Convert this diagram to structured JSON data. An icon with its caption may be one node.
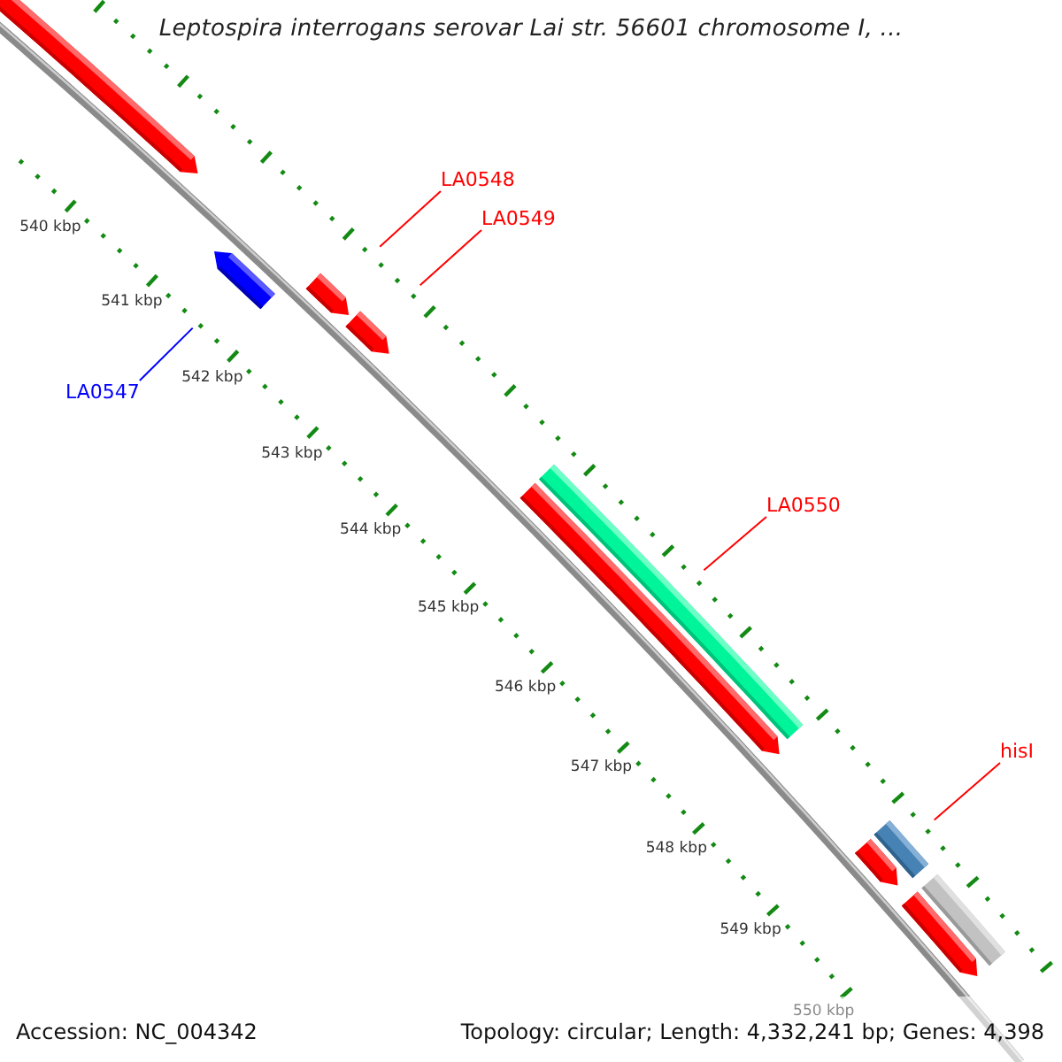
{
  "diagram": {
    "title": "Leptospira interrogans serovar Lai str. 56601 chromosome I, ...",
    "nodes": [
      {
        "text": [
          "LA0548"
        ]
      },
      {
        "text": [
          "LA0549"
        ]
      },
      {
        "text": [
          "LA0547"
        ]
      },
      {
        "text": [
          "LA0550"
        ]
      },
      {
        "text": [
          "hisI"
        ]
      },
      {
        "text": [],
        "shape": "arrow"
      },
      {
        "text": [],
        "shape": "arrow"
      },
      {
        "text": [],
        "shape": "arrow"
      },
      {
        "text": [],
        "shape": "arrow"
      },
      {
        "text": [],
        "shape": "bar"
      },
      {
        "text": [],
        "shape": "arrow"
      },
      {
        "text": [],
        "shape": "bar"
      },
      {
        "text": [],
        "shape": "arrow"
      },
      {
        "text": [],
        "shape": "bar"
      },
      {
        "text": [],
        "shape": "arrow"
      }
    ],
    "edges": [
      {
        "from": 0,
        "to": 7,
        "arrow": "none"
      },
      {
        "from": 1,
        "to": 8,
        "arrow": "none"
      },
      {
        "from": 2,
        "to": 6,
        "arrow": "none",
        "color": "#0000ff"
      },
      {
        "from": 3,
        "to": 9,
        "arrow": "none"
      },
      {
        "from": 4,
        "to": 11,
        "arrow": "none"
      }
    ],
    "labels": [
      "540 kbp",
      "541 kbp",
      "542 kbp",
      "543 kbp",
      "544 kbp",
      "545 kbp",
      "546 kbp",
      "547 kbp",
      "548 kbp",
      "549 kbp",
      "550 kbp",
      "Accession: NC_004342",
      "Topology: circular; Length: 4,332,241 bp; Genes: 4,398"
    ]
  }
}
